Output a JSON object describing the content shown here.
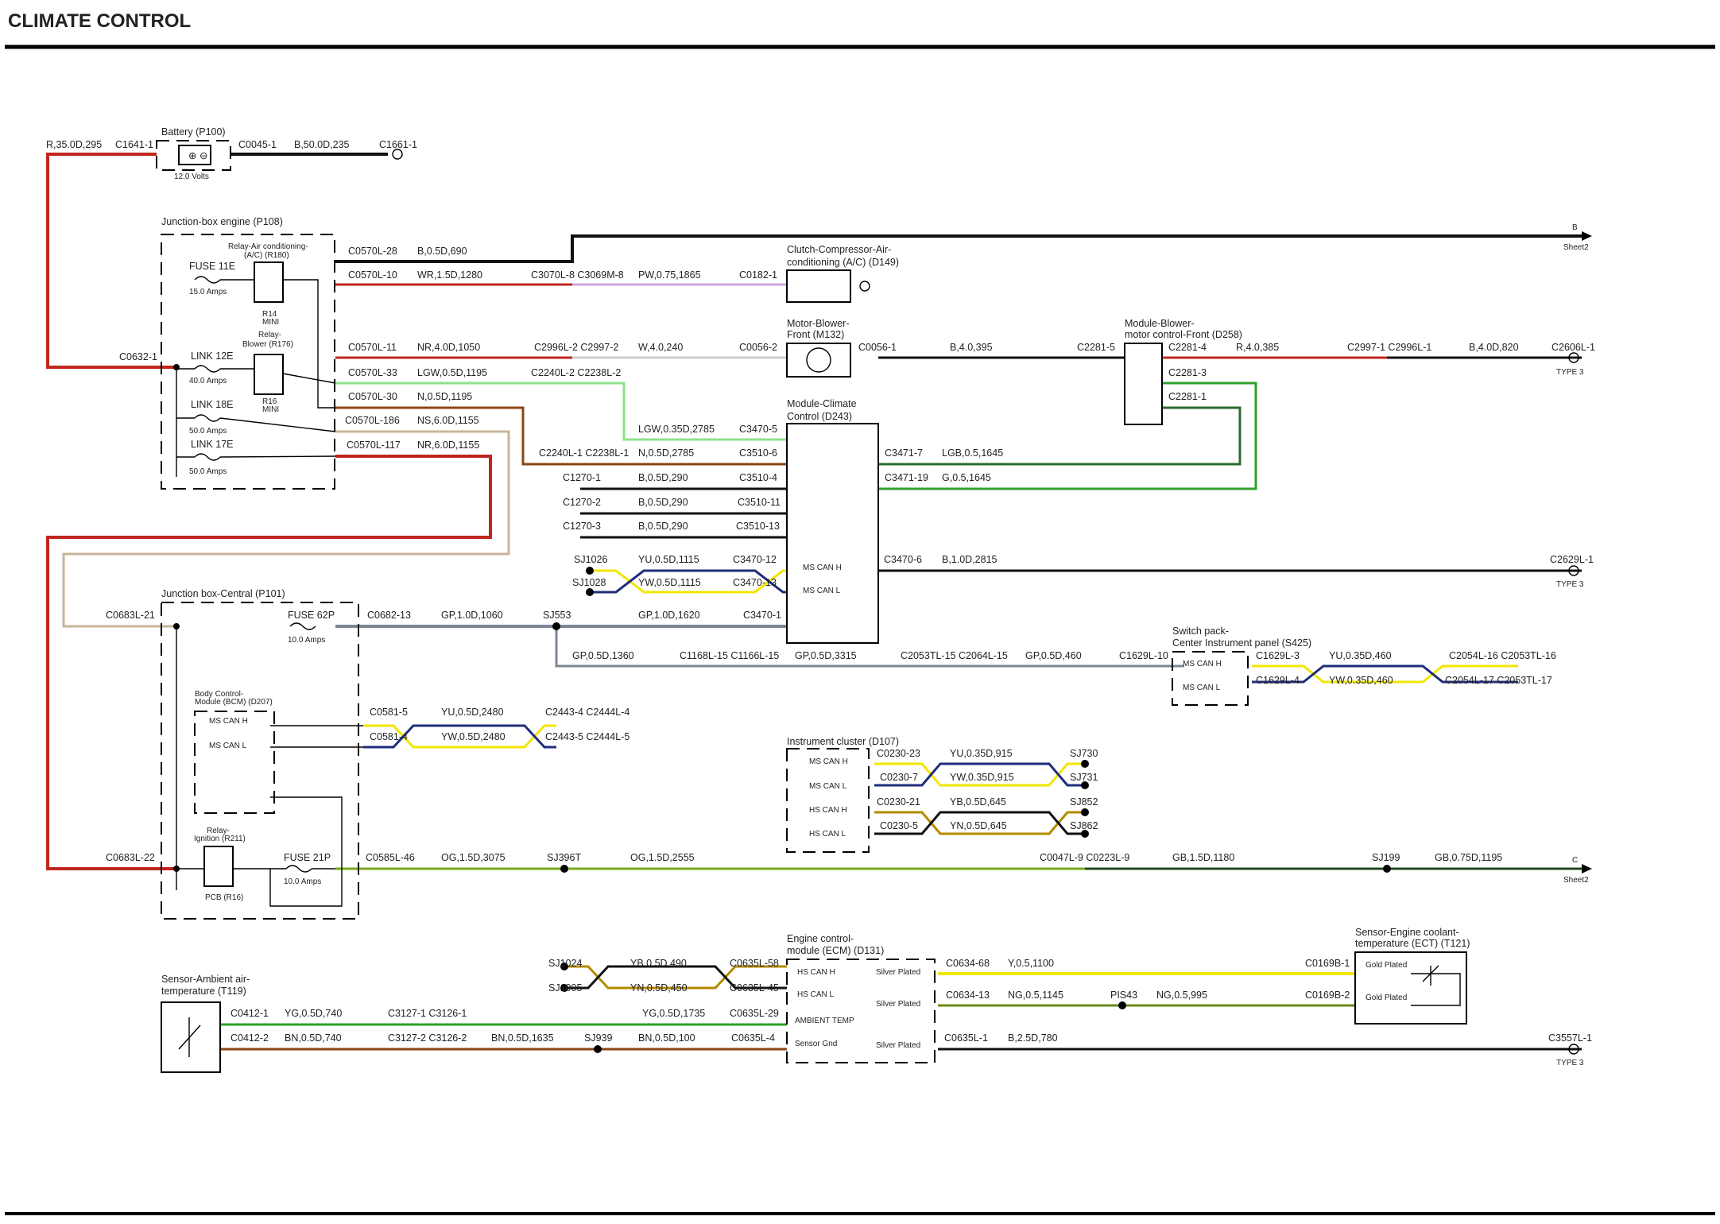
{
  "title": "CLIMATE CONTROL",
  "colors": {
    "red": "#c0261e",
    "black": "#111111",
    "brown": "#8b4513",
    "pink_violet": "#cfa3e0",
    "light_green": "#8fe08a",
    "green": "#2ca02c",
    "dark_green": "#2e6b2e",
    "slate": "#7b8794",
    "yellow": "#f2e600",
    "navy": "#1f2d7a",
    "olive_green": "#7aa81f",
    "tan": "#c9b49a"
  },
  "components": {
    "battery": {
      "name": "Battery (P100)",
      "voltage": "12.0 Volts"
    },
    "jb_engine": {
      "name": "Junction-box engine (P108)"
    },
    "relay_ac": {
      "name": "Relay-Air conditioning-",
      "name2": "(A/C) (R180)",
      "r": "R14",
      "sub": "MINI"
    },
    "relay_blower": {
      "name": "Relay-",
      "name2": "Blower (R176)",
      "r": "R16",
      "sub": "MINI"
    },
    "fuse_11e": {
      "name": "FUSE 11E",
      "amps": "15.0 Amps"
    },
    "link_12e": {
      "name": "LINK 12E",
      "amps": "40.0 Amps"
    },
    "link_18e": {
      "name": "LINK 18E",
      "amps": "50.0 Amps"
    },
    "link_17e": {
      "name": "LINK 17E",
      "amps": "50.0 Amps"
    },
    "clutch": {
      "name": "Clutch-Compressor-Air-",
      "name2": "conditioning (A/C) (D149)"
    },
    "motor_blower": {
      "name": "Motor-Blower-",
      "name2": "Front (M132)"
    },
    "module_blower": {
      "name": "Module-Blower-",
      "name2": "motor control-Front (D258)"
    },
    "module_climate": {
      "name": "Module-Climate",
      "name2": "Control (D243)",
      "can_h": "MS CAN H",
      "can_l": "MS CAN L"
    },
    "jb_central": {
      "name": "Junction box-Central (P101)"
    },
    "fuse_62p": {
      "name": "FUSE 62P",
      "amps": "10.0 Amps"
    },
    "bcm": {
      "name": "Body Control-",
      "name2": "Module (BCM) (D207)",
      "can_h": "MS CAN H",
      "can_l": "MS CAN L"
    },
    "relay_ign": {
      "name": "Relay-",
      "name2": "Ignition (R211)",
      "pcb": "PCB (R16)"
    },
    "fuse_21p": {
      "name": "FUSE 21P",
      "amps": "10.0 Amps"
    },
    "switch_pack": {
      "name": "Switch pack-",
      "name2": "Center Instrument panel (S425)",
      "can_h": "MS CAN H",
      "can_l": "MS CAN L"
    },
    "ic": {
      "name": "Instrument cluster (D107)",
      "l1": "MS CAN H",
      "l2": "MS CAN L",
      "l3": "HS CAN H",
      "l4": "HS CAN L"
    },
    "ecm": {
      "name": "Engine control-",
      "name2": "module (ECM) (D131)",
      "p1": "HS CAN H",
      "p2": "HS CAN L",
      "p3": "AMBIENT TEMP",
      "p4": "Sensor Gnd",
      "plated": "Silver Plated"
    },
    "sensor_ambient": {
      "name": "Sensor-Ambient air-",
      "name2": "temperature (T119)"
    },
    "sensor_ect": {
      "name": "Sensor-Engine coolant-",
      "name2": "temperature (ECT) (T121)",
      "gold": "Gold Plated"
    }
  },
  "labels": {
    "w1": "R,35.0D,295",
    "c1641": "C1641-1",
    "c0045": "C0045-1",
    "w2": "B,50.0D,235",
    "c1661": "C1661-1",
    "c0632": "C0632-1",
    "c0570_28": "C0570L-28",
    "w_b05_690": "B,0.5D,690",
    "sheet_b": "B",
    "sheet2": "Sheet2",
    "c0570_10": "C0570L-10",
    "w_wr": "WR,1.5D,1280",
    "c3070": "C3070L-8 C3069M-8",
    "w_pw": "PW,0.75,1865",
    "c0182": "C0182-1",
    "c0570_11": "C0570L-11",
    "w_nr4": "NR,4.0D,1050",
    "c2996a": "C2996L-2 C2997-2",
    "w_w4": "W,4.0,240",
    "c0056_2": "C0056-2",
    "c0056_1": "C0056-1",
    "w_b4_395": "B,4.0,395",
    "c2281_5": "C2281-5",
    "c2281_4": "C2281-4",
    "w_r4": "R,4.0,385",
    "c2997b": "C2997-1 C2996L-1",
    "w_b4_820": "B,4.0D,820",
    "c2606": "C2606L-1",
    "type3": "TYPE 3",
    "c0570_33": "C0570L-33",
    "w_lgw": "LGW,0.5D,1195",
    "c2240a": "C2240L-2 C2238L-2",
    "c2281_3": "C2281-3",
    "c0570_30": "C0570L-30",
    "w_n05_1195": "N,0.5D,1195",
    "c2281_1": "C2281-1",
    "c0570_186": "C0570L-186",
    "w_ns": "NS,6.0D,1155",
    "w_lgw2": "LGW,0.35D,2785",
    "c3470_5": "C3470-5",
    "c0570_117": "C0570L-117",
    "w_nr6": "NR,6.0D,1155",
    "c2240b": "C2240L-1 C2238L-1",
    "w_n05_2785": "N,0.5D,2785",
    "c3510_6": "C3510-6",
    "c3471_7": "C3471-7",
    "w_lgb": "LGB,0.5,1645",
    "c3471_19": "C3471-19",
    "w_g": "G,0.5,1645",
    "c1270_1": "C1270-1",
    "w_b290a": "B,0.5D,290",
    "c3510_4": "C3510-4",
    "c1270_2": "C1270-2",
    "w_b290b": "B,0.5D,290",
    "c3510_11": "C3510-11",
    "c1270_3": "C1270-3",
    "w_b290c": "B,0.5D,290",
    "c3510_13": "C3510-13",
    "sj1026": "SJ1026",
    "w_yu1115": "YU,0.5D,1115",
    "c3470_12": "C3470-12",
    "sj1028": "SJ1028",
    "w_yw1115": "YW,0.5D,1115",
    "c3470_13": "C3470-13",
    "c3470_6": "C3470-6",
    "w_b1_2815": "B,1.0D,2815",
    "c2629": "C2629L-1",
    "c0683_21": "C0683L-21",
    "c0682_13": "C0682-13",
    "w_gp1060": "GP,1.0D,1060",
    "sj553": "SJ553",
    "w_gp1620": "GP,1.0D,1620",
    "c3470_1": "C3470-1",
    "w_gp1360": "GP,0.5D,1360",
    "c1168": "C1168L-15 C1166L-15",
    "w_gp3315": "GP,0.5D,3315",
    "c2053": "C2053TL-15 C2064L-15",
    "w_gp460": "GP,0.5D,460",
    "c1629_10": "C1629L-10",
    "c1629_3": "C1629L-3",
    "w_yu460": "YU,0.35D,460",
    "c2054a": "C2054L-16 C2053TL-16",
    "c1629_4": "C1629L-4",
    "w_yw460": "YW,0.35D,460",
    "c2054b": "C2054L-17 C2053TL-17",
    "c0581_5": "C0581-5",
    "w_yu2480": "YU,0.5D,2480",
    "c2443a": "C2443-4 C2444L-4",
    "c0581_4": "C0581-4",
    "w_yw2480": "YW,0.5D,2480",
    "c2443b": "C2443-5 C2444L-5",
    "c0230_23": "C0230-23",
    "w_yu915": "YU,0.35D,915",
    "sj730": "SJ730",
    "c0230_7": "C0230-7",
    "w_yw915": "YW,0.35D,915",
    "sj731": "SJ731",
    "c0230_21": "C0230-21",
    "w_yb645": "YB,0.5D,645",
    "sj852": "SJ852",
    "c0230_5": "C0230-5",
    "w_yn645": "YN,0.5D,645",
    "sj862": "SJ862",
    "c0683_22": "C0683L-22",
    "c0585": "C0585L-46",
    "w_og3075": "OG,1.5D,3075",
    "sj396t": "SJ396T",
    "w_og2555": "OG,1.5D,2555",
    "c0047": "C0047L-9 C0223L-9",
    "w_gb1180": "GB,1.5D,1180",
    "sj199": "SJ199",
    "w_gb1195": "GB,0.75D,1195",
    "sheet_c": "C",
    "sj1024": "SJ1024",
    "w_yb490": "YB,0.5D,490",
    "c0635_58": "C0635L-58",
    "sj1005": "SJ1005",
    "w_yn450": "YN,0.5D,450",
    "c0635_45": "C0635L-45",
    "c0412_1": "C0412-1",
    "w_yg740": "YG,0.5D,740",
    "c3127a": "C3127-1 C3126-1",
    "w_yg1735": "YG,0.5D,1735",
    "c0635_29": "C0635L-29",
    "c0412_2": "C0412-2",
    "w_bn740": "BN,0.5D,740",
    "c3127b": "C3127-2 C3126-2",
    "w_bn1635": "BN,0.5D,1635",
    "sj939": "SJ939",
    "w_bn100": "BN,0.5D,100",
    "c0635_4": "C0635L-4",
    "c0634_68": "C0634-68",
    "w_y1100": "Y,0.5,1100",
    "c0169_1": "C0169B-1",
    "c0634_13": "C0634-13",
    "w_ng1145": "NG,0.5,1145",
    "pis43": "PIS43",
    "w_ng995": "NG,0.5,995",
    "c0169_2": "C0169B-2",
    "c0635_1": "C0635L-1",
    "w_b25_780": "B,2.5D,780",
    "c3557": "C3557L-1"
  },
  "icons": [
    "fuse-icon",
    "relay-icon",
    "ground-ring-icon",
    "sheet-arrow-icon",
    "motor-icon",
    "thermistor-icon"
  ]
}
